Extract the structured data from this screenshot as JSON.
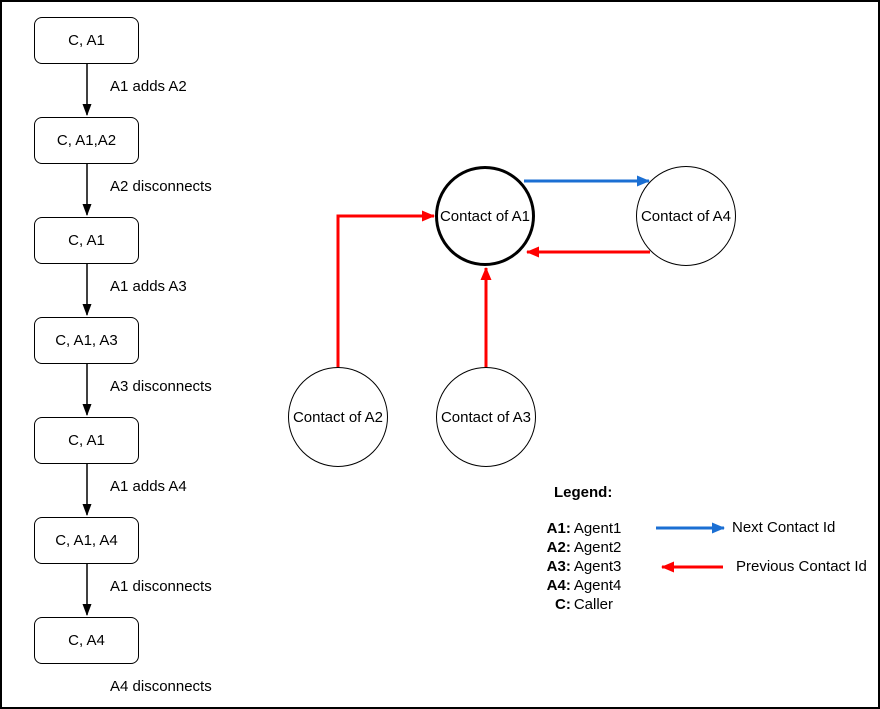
{
  "colors": {
    "next_contact": "#1B6FD3",
    "previous_contact": "#FF0000",
    "line": "#000000"
  },
  "state_flow": {
    "states": [
      "C, A1",
      "C, A1,A2",
      "C, A1",
      "C, A1, A3",
      "C, A1",
      "C, A1, A4",
      "C, A4"
    ],
    "transitions": [
      "A1 adds A2",
      "A2 disconnects",
      "A1 adds A3",
      "A3 disconnects",
      "A1 adds A4",
      "A1 disconnects",
      "A4 disconnects"
    ]
  },
  "contact_graph": {
    "nodes": [
      {
        "label": "Contact of A1",
        "emphasized": true
      },
      {
        "label": "Contact of A4",
        "emphasized": false
      },
      {
        "label": "Contact of A2",
        "emphasized": false
      },
      {
        "label": "Contact of A3",
        "emphasized": false
      }
    ],
    "edges": [
      {
        "from": "Contact of A1",
        "to": "Contact of A4",
        "relation": "Next Contact Id",
        "color": "#1B6FD3"
      },
      {
        "from": "Contact of A4",
        "to": "Contact of A1",
        "relation": "Previous Contact Id",
        "color": "#FF0000"
      },
      {
        "from": "Contact of A2",
        "to": "Contact of A1",
        "relation": "Previous Contact Id",
        "color": "#FF0000"
      },
      {
        "from": "Contact of A3",
        "to": "Contact of A1",
        "relation": "Previous Contact Id",
        "color": "#FF0000"
      }
    ]
  },
  "legend": {
    "title": "Legend:",
    "entries": [
      {
        "key": "A1:",
        "value": "Agent1"
      },
      {
        "key": "A2:",
        "value": "Agent2"
      },
      {
        "key": "A3:",
        "value": "Agent3"
      },
      {
        "key": "A4:",
        "value": "Agent4"
      },
      {
        "key": "C:",
        "value": "Caller"
      }
    ],
    "arrow_labels": {
      "next": "Next Contact Id",
      "previous": "Previous Contact Id"
    }
  }
}
